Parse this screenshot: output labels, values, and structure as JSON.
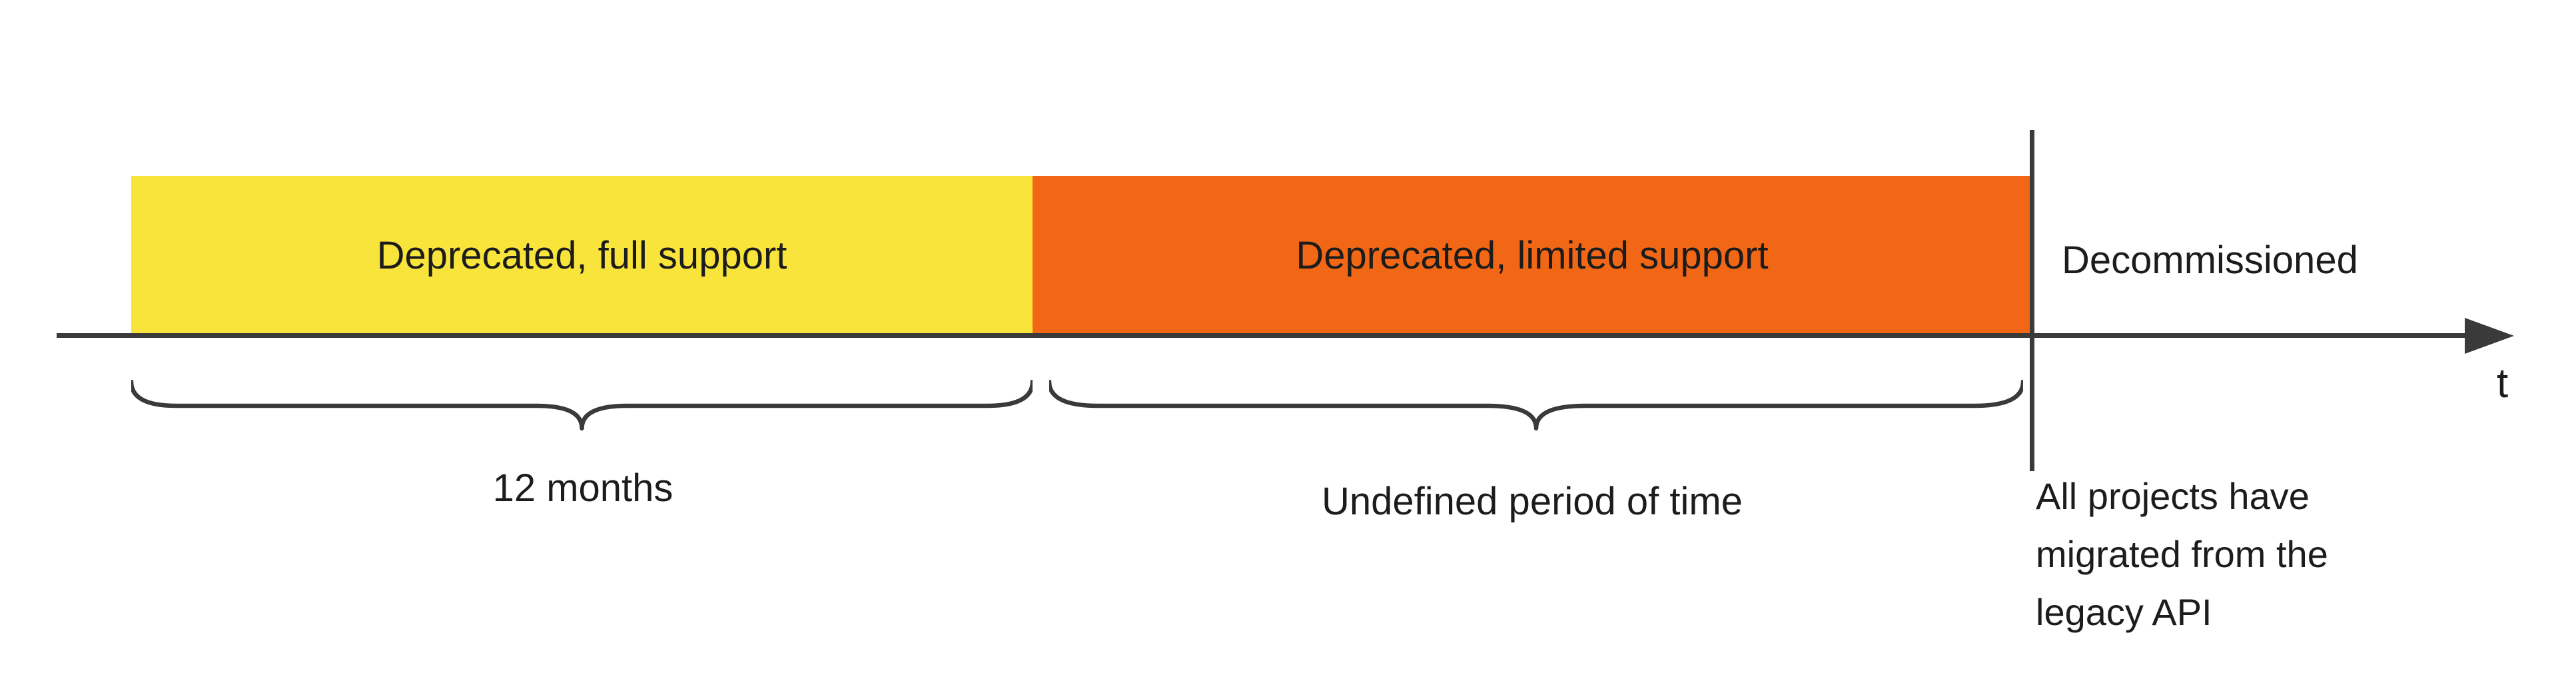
{
  "diagram": {
    "axis": {
      "label": "t",
      "color": "#3a3a3a"
    },
    "phases": [
      {
        "label": "Deprecated, full support",
        "color": "#F9E43B",
        "duration_label": "12 months"
      },
      {
        "label": "Deprecated, limited support",
        "color": "#F26716",
        "duration_label": "Undefined period of time"
      }
    ],
    "decommissioned": {
      "label": "Decommissioned",
      "note": "All projects have migrated from the legacy API"
    },
    "text_color": "#1c1c1c"
  }
}
